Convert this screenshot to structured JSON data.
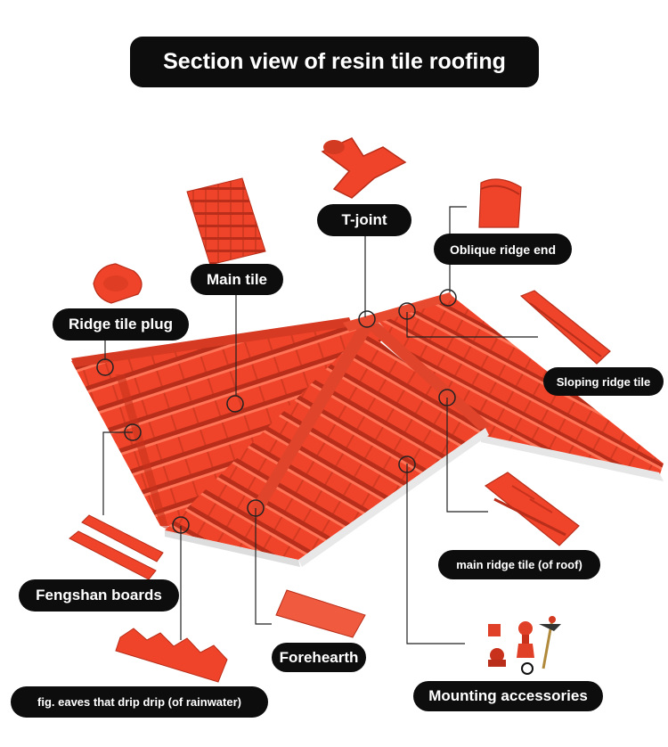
{
  "title": "Section view of resin tile roofing",
  "colors": {
    "tile": "#f0442a",
    "tile_dark": "#c8321d",
    "tile_light": "#ff6a4d",
    "label_bg": "#0d0d0d",
    "label_text": "#ffffff",
    "leader": "#222222"
  },
  "labels": {
    "t_joint": "T-joint",
    "main_tile": "Main tile",
    "oblique_ridge_end": "Oblique ridge end",
    "ridge_tile_plug": "Ridge tile plug",
    "sloping_ridge_tile": "Sloping ridge tile",
    "fengshan_boards": "Fengshan boards",
    "main_ridge_tile": "main ridge tile (of roof)",
    "forehearth": "Forehearth",
    "eaves_drip": "fig. eaves that drip drip (of rainwater)",
    "mounting_accessories": "Mounting accessories"
  }
}
